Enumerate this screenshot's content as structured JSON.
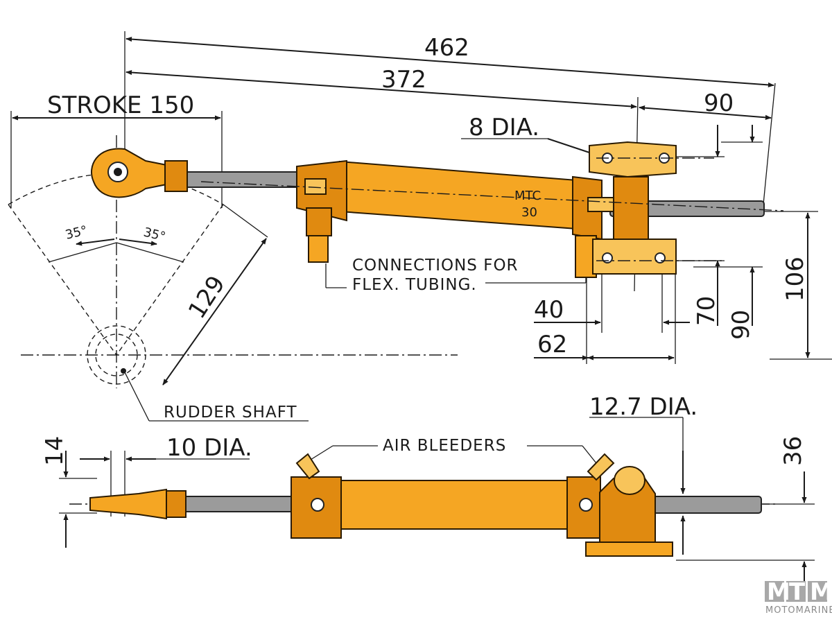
{
  "diagram": {
    "title": "Hydraulic steering cylinder MTC 30 - dimensional drawing",
    "model": {
      "line1": "MTC",
      "line2": "30"
    },
    "dimensions": {
      "overall_length": "462",
      "body_length": "372",
      "bracket_offset": "90",
      "stroke": "STROKE 150",
      "mount_bolt_dia": "8 DIA.",
      "arc_radius": "129",
      "swing_left": "35°",
      "swing_right": "35°",
      "bracket_inner": "40",
      "bracket_outer": "62",
      "bolt_spacing": "70",
      "bracket_height": "90",
      "shaft_height": "106",
      "rod_end_thickness": "14",
      "pin_dia": "10 DIA.",
      "rod_dia": "12.7 DIA.",
      "rod_height": "36"
    },
    "labels": {
      "connections_line1": "CONNECTIONS FOR",
      "connections_line2": "FLEX. TUBING.",
      "rudder_shaft": "RUDDER SHAFT",
      "air_bleeders": "AIR BLEEDERS"
    },
    "brand": {
      "letters": [
        "M",
        "T",
        "M"
      ],
      "name": "MOTOMARINE"
    },
    "colors": {
      "body": "#f5a623",
      "body_dark": "#e08a10",
      "rod": "#9b9b9b",
      "line": "#1a1a1a",
      "brand_box": "#a8a8a8"
    }
  }
}
